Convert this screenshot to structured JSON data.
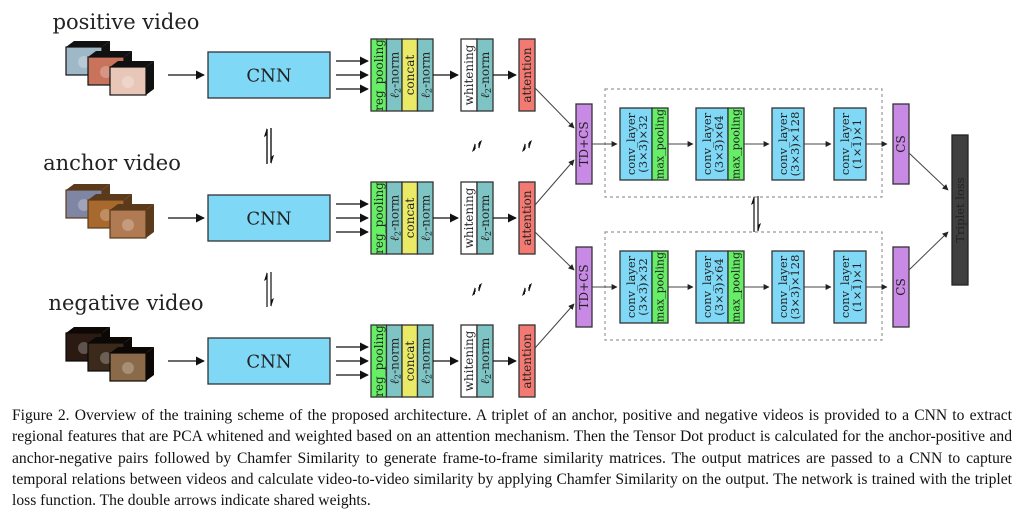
{
  "figure": {
    "branches": [
      {
        "id": "positive",
        "label": "positive video",
        "thumb_colors": [
          "#9fb8c8",
          "#c9735c",
          "#e9c7b8"
        ],
        "thumb_edge": "#111111"
      },
      {
        "id": "anchor",
        "label": "anchor video",
        "thumb_colors": [
          "#7f86a3",
          "#a8692e",
          "#b07a52"
        ],
        "thumb_edge": "#5a3a1a"
      },
      {
        "id": "negative",
        "label": "negative video",
        "thumb_colors": [
          "#2a1a12",
          "#3b2a1c",
          "#8a6a48"
        ],
        "thumb_edge": "#0c0806"
      }
    ],
    "cnn_label": "CNN",
    "feature_blocks": [
      {
        "label": "reg_pooling",
        "math": false,
        "color": "#66ee66"
      },
      {
        "label": "-norm",
        "math": true,
        "color": "#7ec4c4"
      },
      {
        "label": "concat",
        "math": false,
        "color": "#eaea66"
      },
      {
        "label": "-norm",
        "math": true,
        "color": "#7ec4c4"
      }
    ],
    "whitening_blocks": [
      {
        "label": "whitening",
        "math": false,
        "color": "#ffffff"
      },
      {
        "label": "-norm",
        "math": true,
        "color": "#7ec4c4"
      }
    ],
    "l2_symbol": "ℓ",
    "l2_subscript": "2",
    "attention_label": "attention",
    "tdcs_label": "TD+CS",
    "cs_label": "CS",
    "triplet_label": "Triplet loss",
    "conv_layers": [
      {
        "name": "conv_layer",
        "kernel": "(3×3)×32",
        "pool": "max_pooling"
      },
      {
        "name": "conv_layer",
        "kernel": "(3×3)×64",
        "pool": "max_pooling"
      },
      {
        "name": "conv_layer",
        "kernel": "(3×3)×128",
        "pool": null
      },
      {
        "name": "conv_layer",
        "kernel": "(1×1)×1",
        "pool": null
      }
    ],
    "colors": {
      "cnn": "#7fd8f6",
      "conv": "#7fd8f6",
      "pool": "#66ee66",
      "attention": "#f27a72",
      "purple": "#c98ae6",
      "triplet": "#3f3f3f",
      "triplet_text": "#bfbfbf",
      "stroke": "#333333",
      "dashed": "#999999"
    }
  },
  "caption": "Figure 2. Overview of the training scheme of the proposed architecture. A triplet of an anchor, positive and negative videos is provided to a CNN to extract regional features that are PCA whitened and weighted based on an attention mechanism. Then the Tensor Dot product is calculated for the anchor-positive and anchor-negative pairs followed by Chamfer Similarity to generate frame-to-frame similarity matrices. The output matrices are passed to a CNN to capture temporal relations between videos and calculate video-to-video similarity by applying Chamfer Similarity on the output. The network is trained with the triplet loss function. The double arrows indicate shared weights."
}
